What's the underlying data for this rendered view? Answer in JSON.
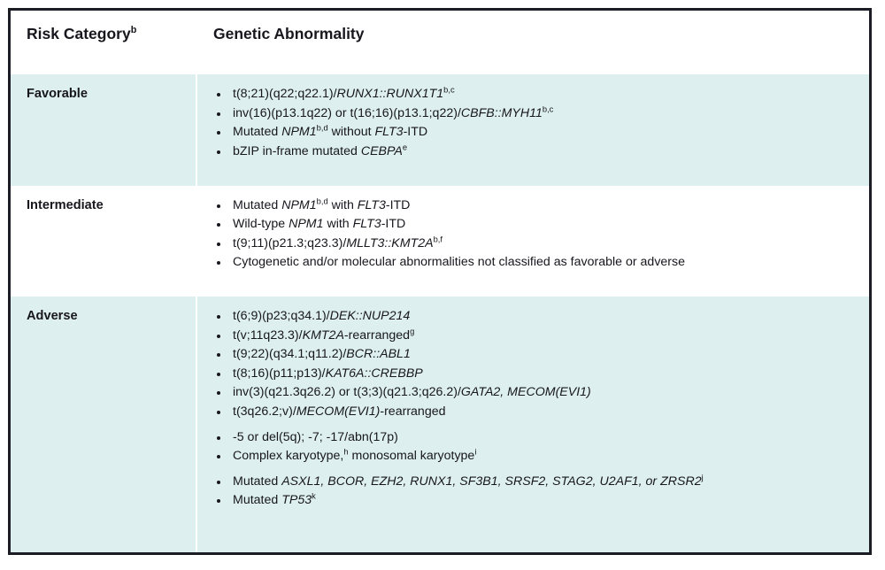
{
  "table": {
    "headers": {
      "risk_category": "Risk Category",
      "risk_category_sup": "b",
      "genetic_abnormality": "Genetic Abnormality"
    },
    "accent_shade": "#ddefee",
    "border_color": "#1c1c24",
    "rows": [
      {
        "category": "Favorable",
        "shaded": true,
        "items": [
          {
            "text": "t(8;21)(q22;q22.1)/",
            "gene": "RUNX1::RUNX1T1",
            "sup": "b,c",
            "tail": ""
          },
          {
            "text": "inv(16)(p13.1q22) or t(16;16)(p13.1;q22)/",
            "gene": "CBFB::MYH11",
            "sup": "b,c",
            "tail": ""
          },
          {
            "text": "Mutated ",
            "gene": "NPM1",
            "sup": "b,d",
            "tail": " without ",
            "gene2": "FLT3",
            "tail2": "-ITD"
          },
          {
            "text": "bZIP in-frame mutated ",
            "gene": "CEBPA",
            "sup": "e",
            "tail": ""
          }
        ]
      },
      {
        "category": "Intermediate",
        "shaded": false,
        "items": [
          {
            "text": "Mutated ",
            "gene": "NPM1",
            "sup": "b,d",
            "tail": " with ",
            "gene2": "FLT3",
            "tail2": "-ITD"
          },
          {
            "text": "Wild-type ",
            "gene": "NPM1",
            "sup": "",
            "tail": " with ",
            "gene2": "FLT3",
            "tail2": "-ITD"
          },
          {
            "text": "t(9;11)(p21.3;q23.3)/",
            "gene": "MLLT3::KMT2A",
            "sup": "b,f",
            "tail": ""
          },
          {
            "text": "Cytogenetic and/or molecular abnormalities not classified as favorable or adverse",
            "gene": "",
            "sup": "",
            "tail": ""
          }
        ]
      },
      {
        "category": "Adverse",
        "shaded": true,
        "items": [
          {
            "text": "t(6;9)(p23;q34.1)/",
            "gene": "DEK::NUP214",
            "sup": "",
            "tail": ""
          },
          {
            "text": "t(v;11q23.3)/",
            "gene": "KMT2A",
            "sup": "g",
            "tail": "-rearranged",
            "sup_after_tail": true
          },
          {
            "text": "t(9;22)(q34.1;q11.2)/",
            "gene": "BCR::ABL1",
            "sup": "",
            "tail": ""
          },
          {
            "text": "t(8;16)(p11;p13)/",
            "gene": "KAT6A::CREBBP",
            "sup": "",
            "tail": ""
          },
          {
            "text": "inv(3)(q21.3q26.2) or t(3;3)(q21.3;q26.2)/",
            "gene": "GATA2, MECOM(EVI1)",
            "sup": "",
            "tail": ""
          },
          {
            "text": "t(3q26.2;v)/",
            "gene": "MECOM(EVI1)",
            "sup": "",
            "tail": "-rearranged"
          },
          {
            "text": "-5 or del(5q); -7; -17/abn(17p)",
            "gene": "",
            "sup": "",
            "tail": "",
            "gap": true
          },
          {
            "text": "Complex karyotype,",
            "sup": "h",
            "tail": " monosomal karyotype",
            "sup2": "i",
            "gene": ""
          },
          {
            "text": "Mutated ",
            "gene": "ASXL1, BCOR, EZH2, RUNX1, SF3B1, SRSF2, STAG2, U2AF1, or ZRSR2",
            "sup": "j",
            "tail": "",
            "gap": true
          },
          {
            "text": "Mutated ",
            "gene": "TP53",
            "sup": "k",
            "tail": ""
          }
        ]
      }
    ]
  }
}
